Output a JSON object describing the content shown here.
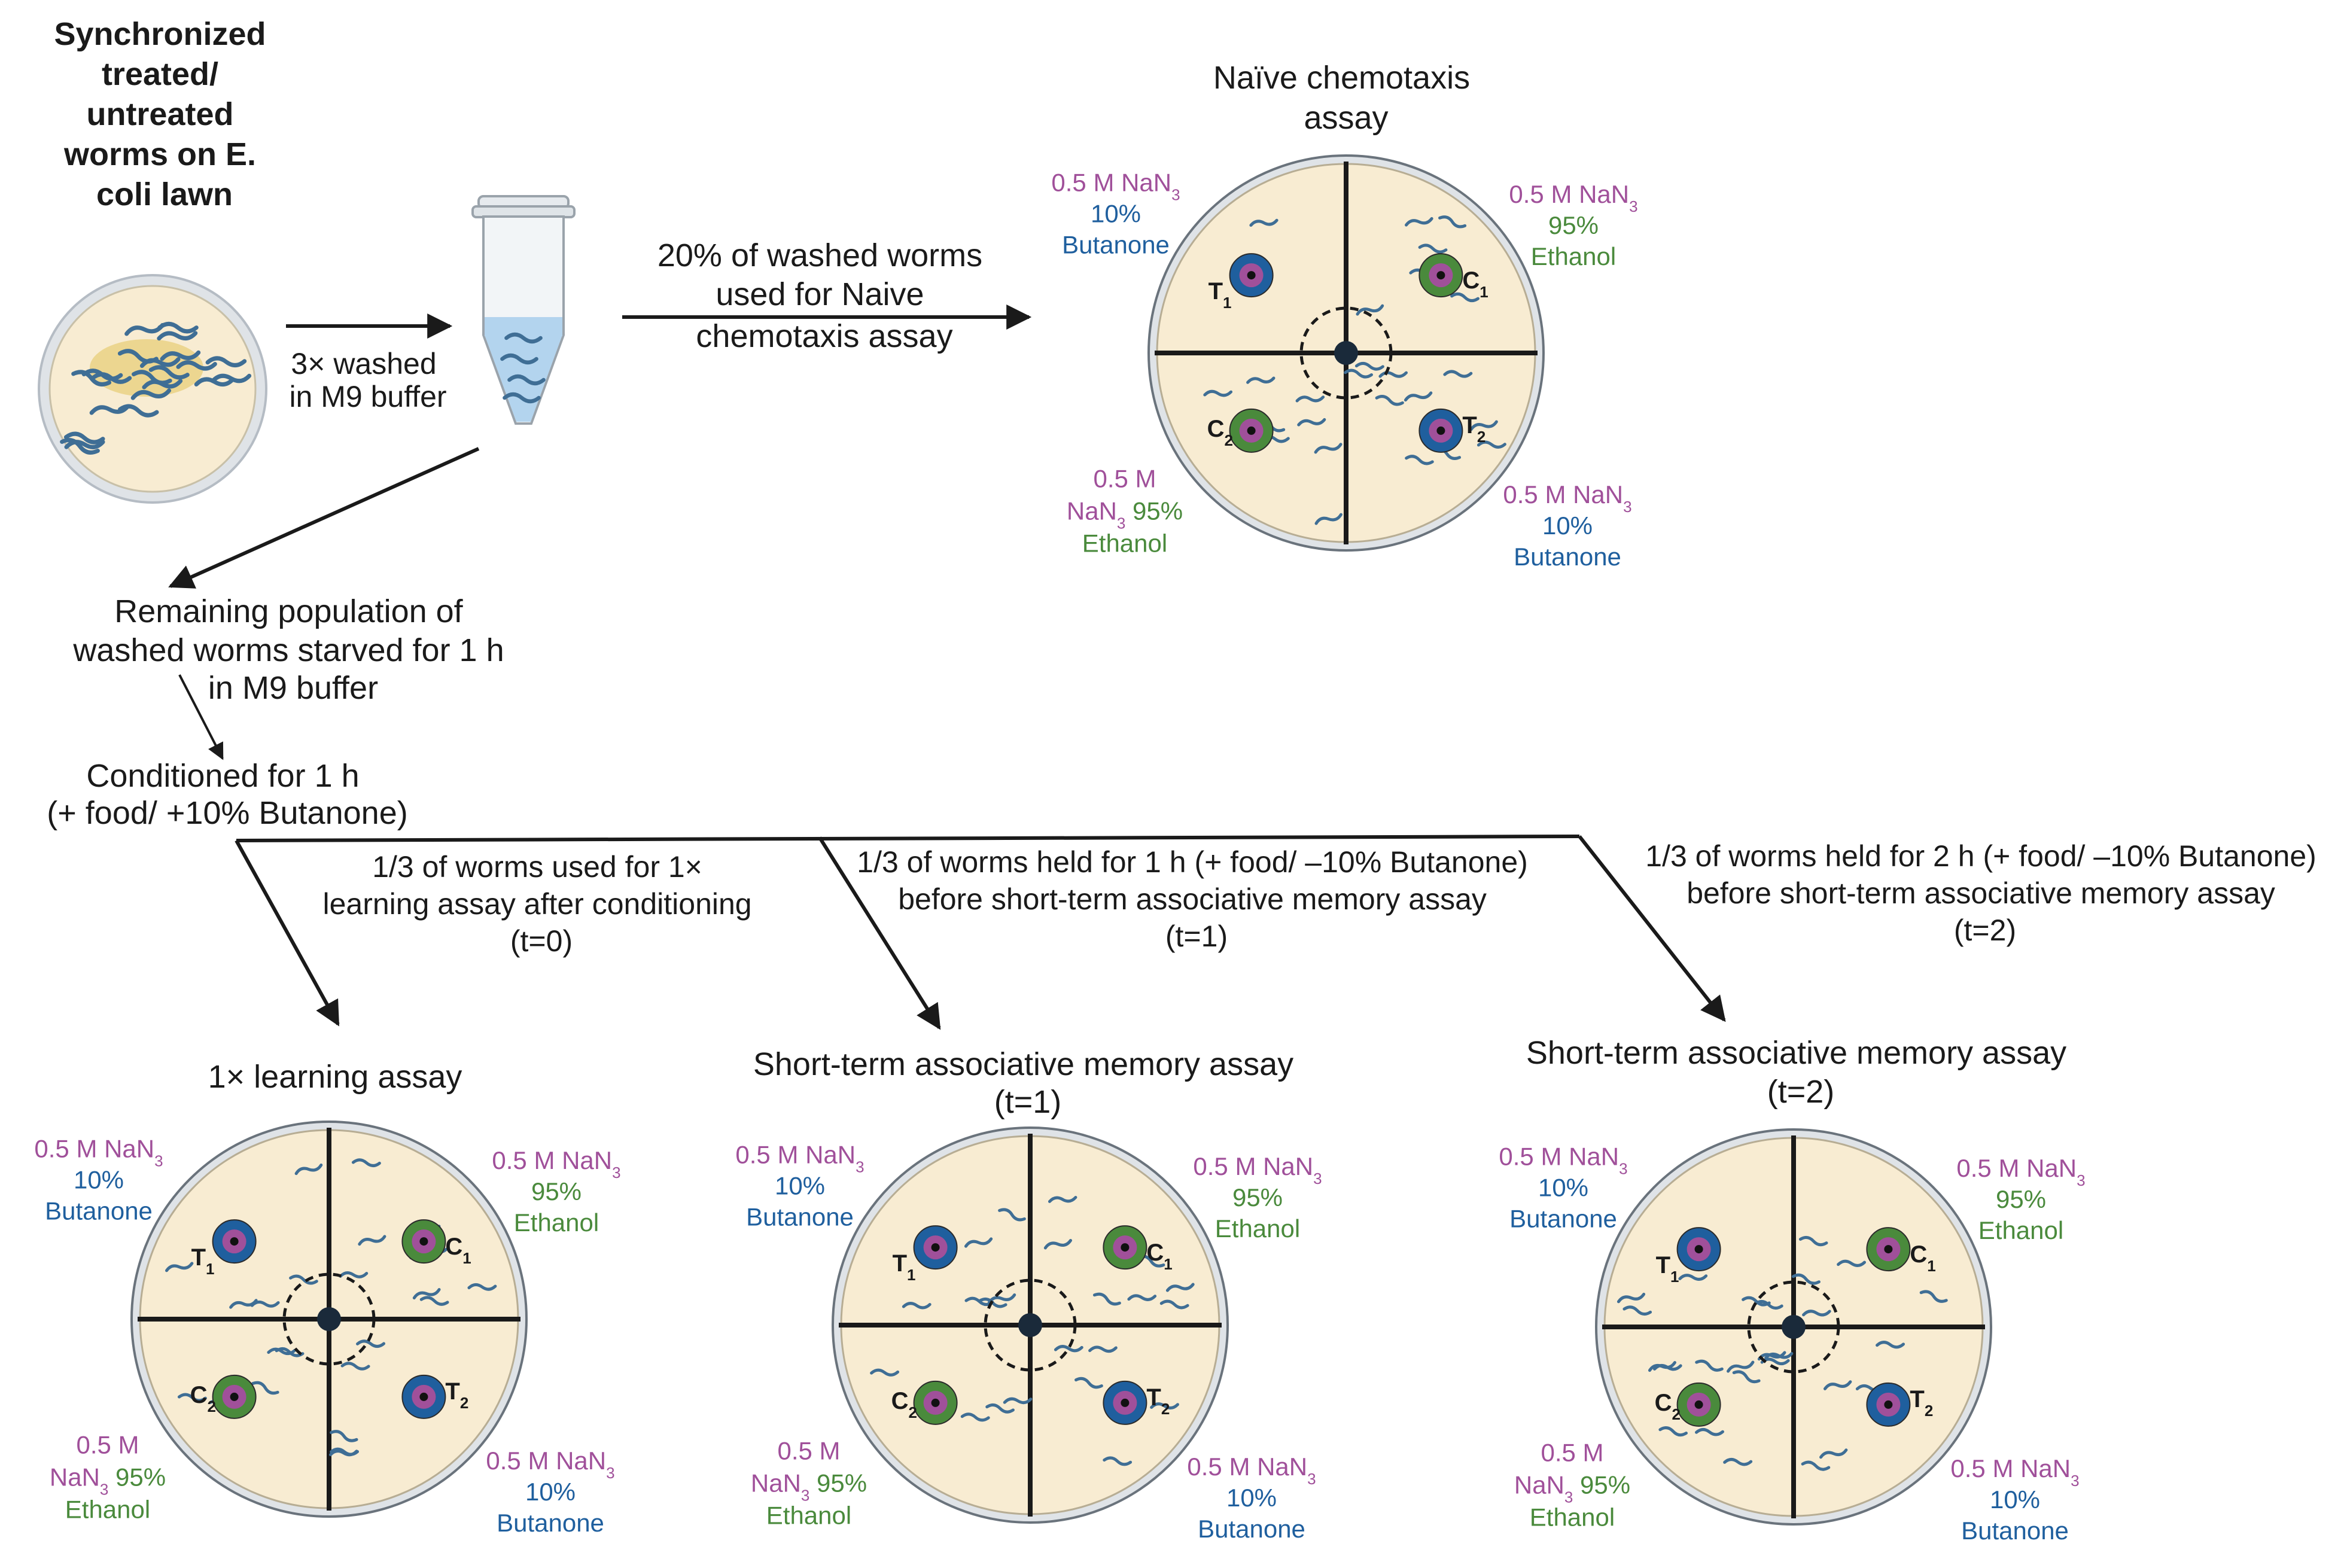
{
  "colors": {
    "purple": "#a0509a",
    "blue": "#1f5f9e",
    "green": "#4a8a3c",
    "plate_fill": "#f8ecd2",
    "plate_rim": "#d2d7dd",
    "worm": "#3f6e95"
  },
  "start": {
    "lines": [
      "Synchronized",
      "treated/",
      "untreated",
      "worms on E.",
      "coli lawn"
    ]
  },
  "wash": {
    "lines": [
      "3× washed",
      "in M9 buffer"
    ]
  },
  "naive_arrow": {
    "lines": [
      "20% of washed worms",
      "used for Naive",
      "chemotaxis assay"
    ]
  },
  "remaining": {
    "lines": [
      "Remaining population of",
      "washed worms starved for 1 h",
      "in M9 buffer"
    ]
  },
  "conditioned": {
    "lines": [
      "Conditioned for 1 h",
      "(+ food/ +10% Butanone)"
    ]
  },
  "branches": [
    {
      "lines": [
        "1/3 of worms used for 1×",
        "learning  assay after conditioning",
        "(t=0)"
      ]
    },
    {
      "lines": [
        "1/3 of worms held for 1 h (+ food/ –10% Butanone)",
        "before short-term associative memory assay",
        "(t=1)"
      ]
    },
    {
      "lines": [
        "1/3 of worms held for 2 h (+ food/ –10% Butanone)",
        "before short-term associative memory assay",
        "(t=2)"
      ]
    }
  ],
  "plate_labels": {
    "nan3": "0.5 M NaN",
    "nan3_sub": "3",
    "nan3_split_a": "0.5 M",
    "nan3_split_b": "NaN",
    "butanone_pct": "10%",
    "butanone": "Butanone",
    "ethanol_pct": "95%",
    "ethanol": "Ethanol",
    "T": "T",
    "C": "C",
    "sub1": "1",
    "sub2": "2"
  },
  "plates": [
    {
      "id": "naive",
      "title_lines": [
        "Naïve chemotaxis",
        "assay"
      ]
    },
    {
      "id": "learning",
      "title_lines": [
        "1× learning assay"
      ]
    },
    {
      "id": "stam1",
      "title_lines": [
        "Short-term associative memory assay",
        "(t=1)"
      ]
    },
    {
      "id": "stam2",
      "title_lines": [
        "Short-term associative memory assay",
        "(t=2)"
      ]
    }
  ]
}
